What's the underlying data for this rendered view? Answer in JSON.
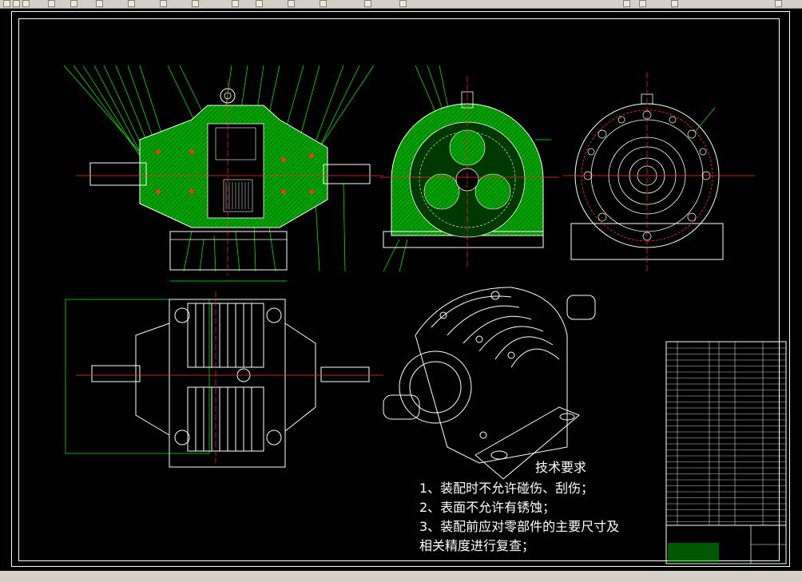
{
  "window": {
    "title": ""
  },
  "technical_requirements": {
    "heading": "技术要求",
    "items": [
      "1、装配时不允许碰伤、刮伤；",
      "2、表面不允许有锈蚀；",
      "3、装配前应对零部件的主要尺寸及",
      "相关精度进行复查；"
    ]
  },
  "colors": {
    "background": "#000000",
    "outline": "#ffffff",
    "section_hatch": "#00c000",
    "leader": "#00ff00",
    "center_line": "#ff3030",
    "toolbar": "#d4d0c8"
  }
}
